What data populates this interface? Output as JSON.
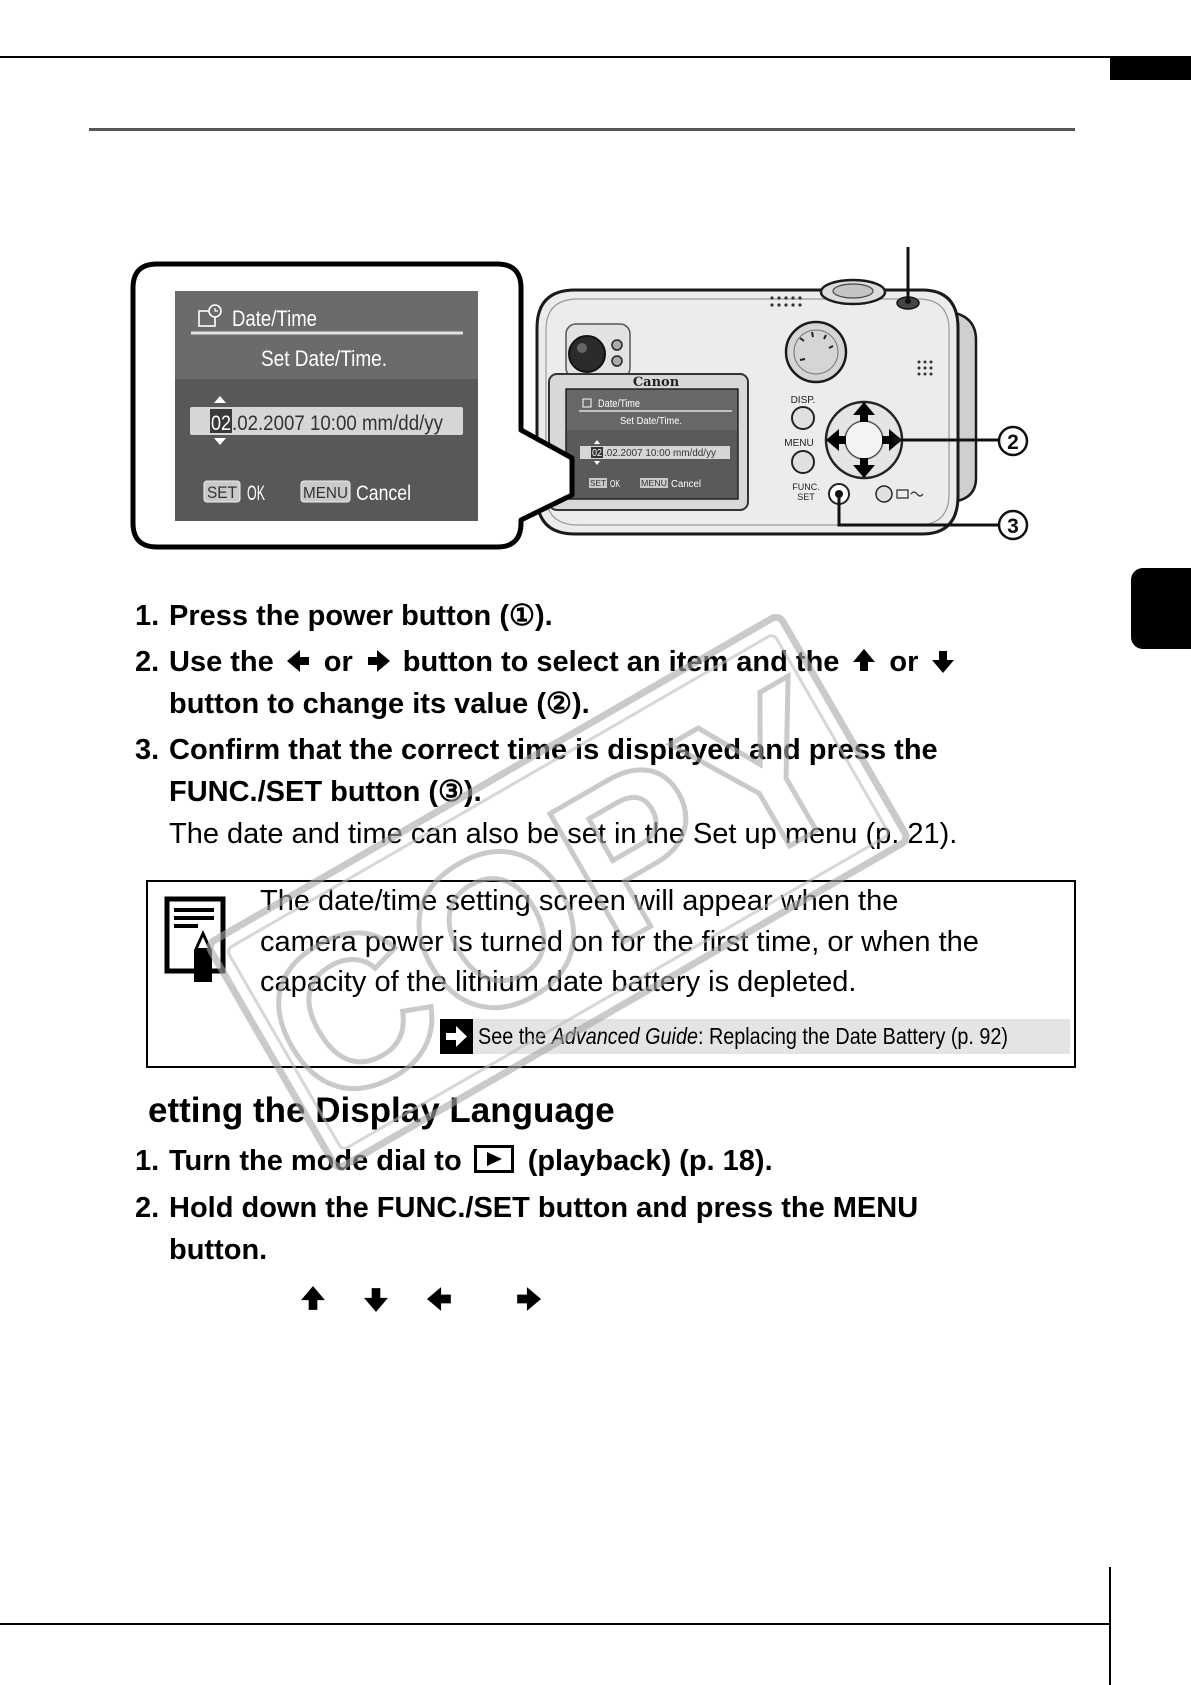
{
  "watermark": "COPY",
  "lcd": {
    "title": "Date/Time",
    "subtitle": "Set Date/Time.",
    "field_selected": "02",
    "field_rest": ".02.2007 10:00 mm/dd/yy",
    "set_key": "SET",
    "ok": "OK",
    "menu_key": "MENU",
    "cancel": "Cancel"
  },
  "camera": {
    "brand": "Canon",
    "disp": "DISP.",
    "menu": "MENU",
    "func_line1": "FUNC.",
    "func_line2": "SET"
  },
  "callouts": {
    "two": "2",
    "three": "3"
  },
  "section1": {
    "step1": {
      "num": "1.",
      "text": "Press the power button (①)."
    },
    "step2": {
      "num": "2.",
      "part_a": "Use the",
      "part_b": "or",
      "part_c": "button to select an item and the",
      "part_d": "or",
      "cont": "button to change its value (②)."
    },
    "step3": {
      "num": "3.",
      "line1": "Confirm that the correct time is displayed and press the",
      "line2": "FUNC./SET button (③).",
      "detail": "The date and time can also be set in the Set up menu (p. 21)."
    }
  },
  "note_box": {
    "icon": "memo-pencil-icon",
    "lines": [
      "The date/time setting screen will appear when the",
      "camera power is turned on for the first time, or when the",
      "capacity of the lithium date battery is depleted."
    ],
    "ref": {
      "prefix": "See the ",
      "italic": "Advanced Guide",
      "suffix": ": Replacing the Date Battery (p. 92)"
    }
  },
  "section2": {
    "heading": "etting the Display Language",
    "step1": {
      "num": "1.",
      "part_a": "Turn the mode dial to",
      "part_b": "(playback) (p. 18)."
    },
    "step2": {
      "num": "2.",
      "line1": "Hold down the FUNC./SET button and press the MENU",
      "line2": "button."
    },
    "arrow_row": [
      "up-arrow-icon",
      "down-arrow-icon",
      "left-arrow-icon",
      "right-arrow-icon"
    ]
  },
  "colors": {
    "ink": "#000000",
    "rule_gray": "#555555",
    "ref_bar": "#e4e4e4",
    "lcd_screen": "#585858",
    "watermark": "#a8a8a8"
  }
}
